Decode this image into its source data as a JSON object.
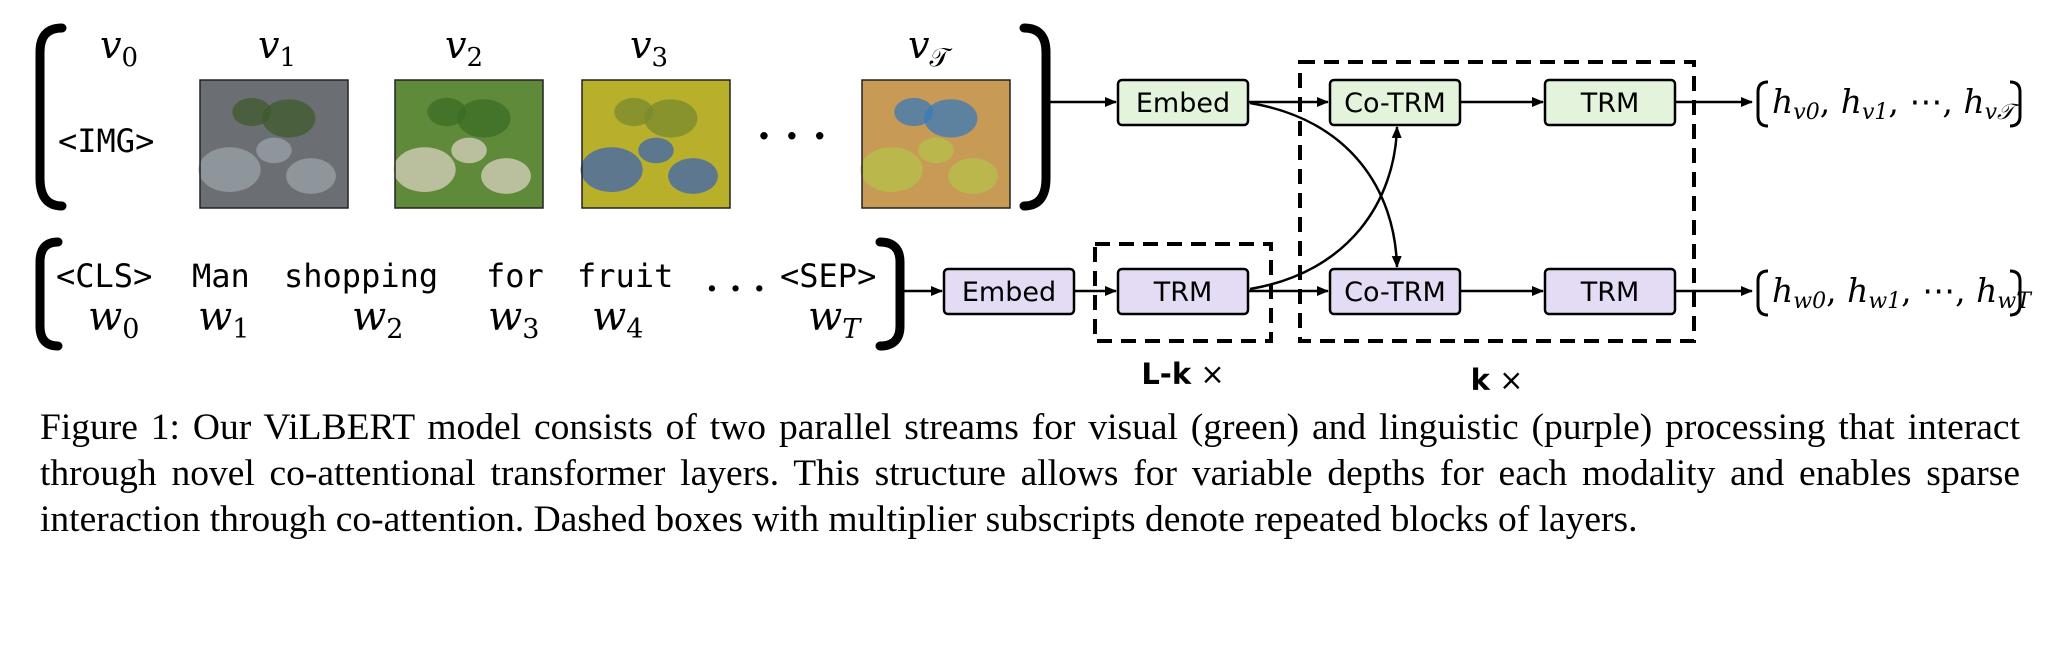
{
  "visual_stream": {
    "color": "#e3f3dc",
    "token_labels": [
      "v",
      "v",
      "v",
      "v",
      "v"
    ],
    "token_subs": [
      "0",
      "1",
      "2",
      "3",
      "𝒯"
    ],
    "img_token": "<IMG>",
    "ellipsis": "· · ·",
    "embed_label": "Embed",
    "cotrm_label": "Co-TRM",
    "trm_label": "TRM",
    "output": {
      "h": [
        "h",
        "h",
        "h"
      ],
      "subs": [
        "v0",
        "v1",
        "v𝒯"
      ],
      "dots": "⋯"
    }
  },
  "linguistic_stream": {
    "color": "#e4dcf5",
    "tokens": [
      "<CLS>",
      "Man",
      "shopping",
      "for",
      "fruit",
      "<SEP>"
    ],
    "ellipsis": "· · ·",
    "word_labels": [
      "w",
      "w",
      "w",
      "w",
      "w",
      "w"
    ],
    "word_subs": [
      "0",
      "1",
      "2",
      "3",
      "4",
      "T"
    ],
    "embed_label": "Embed",
    "trm_label": "TRM",
    "cotrm_label": "Co-TRM",
    "trm2_label": "TRM",
    "output": {
      "h": [
        "h",
        "h",
        "h"
      ],
      "subs": [
        "w0",
        "w1",
        "wT"
      ],
      "dots": "⋯"
    }
  },
  "multipliers": {
    "lk": "L-k",
    "k": "k",
    "times": "×"
  },
  "photos": [
    {
      "name": "market-vendor-photo",
      "colors": [
        "#6b6f74",
        "#9aa3a8",
        "#3f5a2c"
      ]
    },
    {
      "name": "price-sign-photo",
      "colors": [
        "#5e8a3a",
        "#d9d2bf",
        "#3c6b26"
      ]
    },
    {
      "name": "fruit-crate-photo",
      "colors": [
        "#b8b02a",
        "#3e64b0",
        "#7a8a30"
      ]
    },
    {
      "name": "onion-crate-photo",
      "colors": [
        "#c79a55",
        "#b5c24a",
        "#3a7ab8"
      ]
    }
  ],
  "caption": "Figure 1: Our ViLBERT model consists of two parallel streams for visual (green) and linguistic (purple) processing that interact through novel co-attentional transformer layers. This structure allows for variable depths for each modality and enables sparse interaction through co-attention. Dashed boxes with multiplier subscripts denote repeated blocks of layers."
}
